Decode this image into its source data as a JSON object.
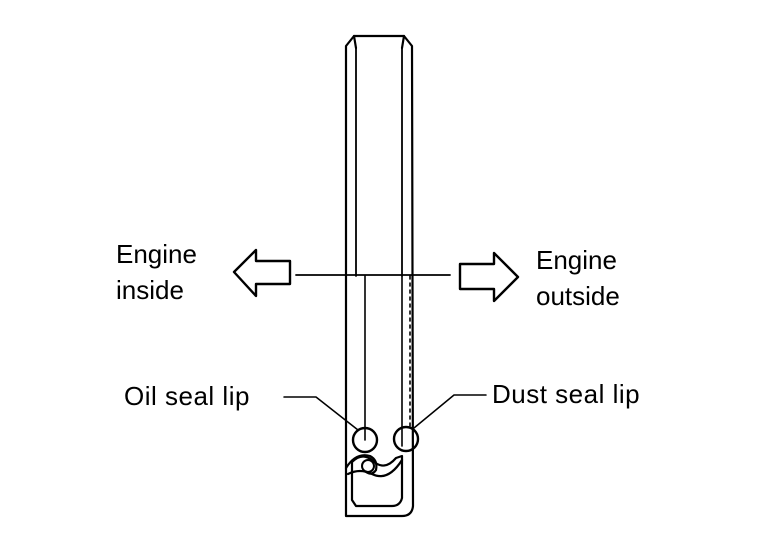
{
  "labels": {
    "engine_inside_line1": "Engine",
    "engine_inside_line2": "inside",
    "engine_outside_line1": "Engine",
    "engine_outside_line2": "outside",
    "oil_seal_lip": "Oil seal lip",
    "dust_seal_lip": "Dust seal lip"
  },
  "colors": {
    "ink": "#000000",
    "background": "#ffffff"
  }
}
